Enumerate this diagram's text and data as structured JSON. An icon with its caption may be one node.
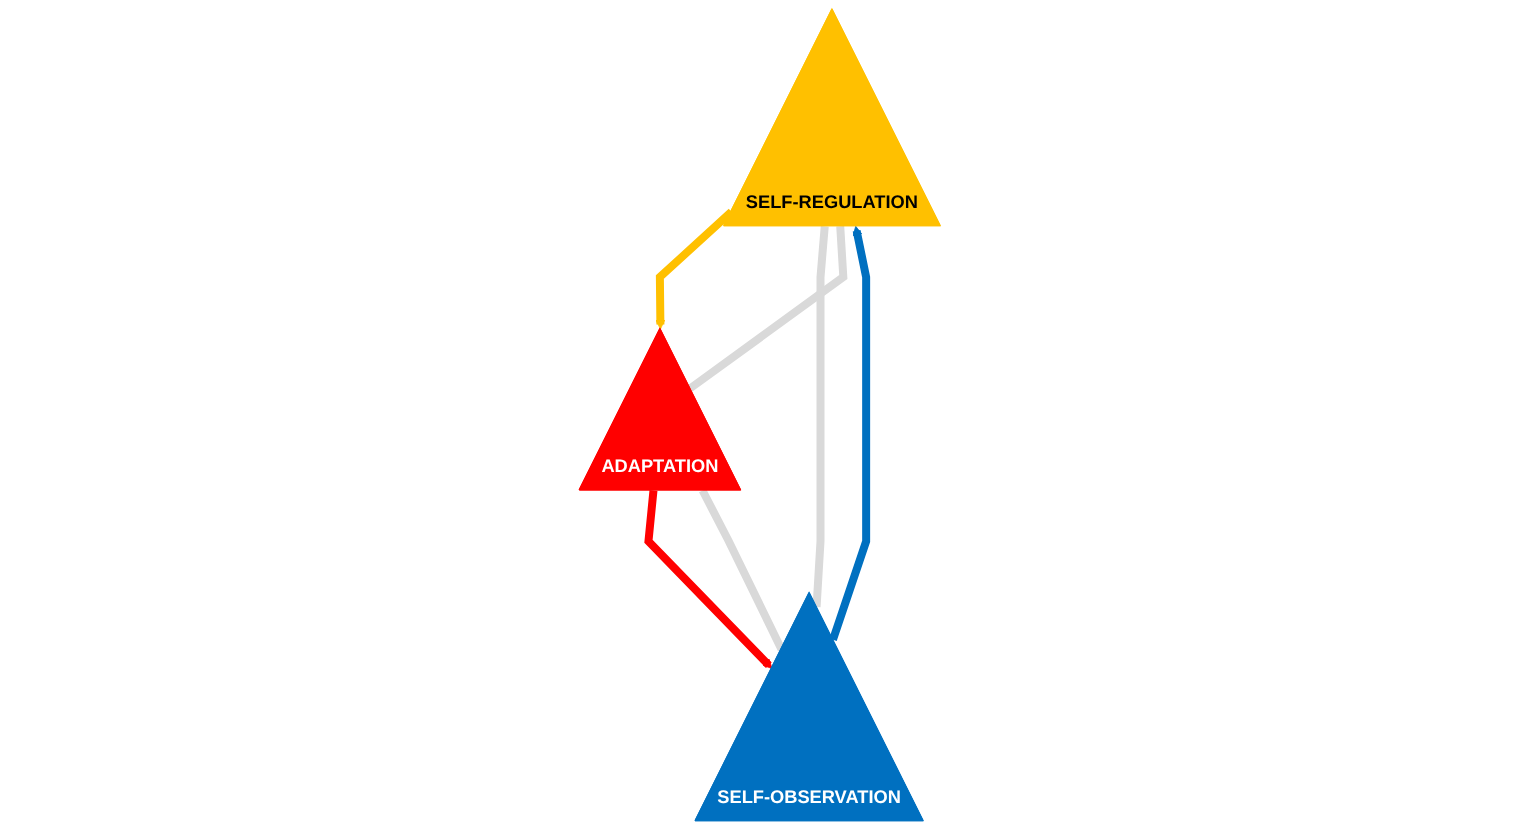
{
  "diagram": {
    "nodes": [
      {
        "text": [
          "SELF-REGULATION"
        ]
      },
      {
        "text": [
          "SELF-OBSERVATION"
        ]
      },
      {
        "text": [
          "ADAPTATION"
        ]
      }
    ],
    "edges": [
      {
        "from": 1,
        "to": 0,
        "arrow": "to",
        "color": "#0070c0"
      },
      {
        "from": 0,
        "to": 2,
        "arrow": "to",
        "color": "#ffc000"
      },
      {
        "from": 2,
        "to": 1,
        "arrow": "to",
        "color": "#ff0000"
      },
      {
        "from": 0,
        "to": 1,
        "arrow": "none",
        "color": "#d9d9d9"
      },
      {
        "from": 0,
        "to": 2,
        "arrow": "none",
        "color": "#d9d9d9"
      },
      {
        "from": 1,
        "to": 2,
        "arrow": "none",
        "color": "#d9d9d9"
      }
    ]
  }
}
